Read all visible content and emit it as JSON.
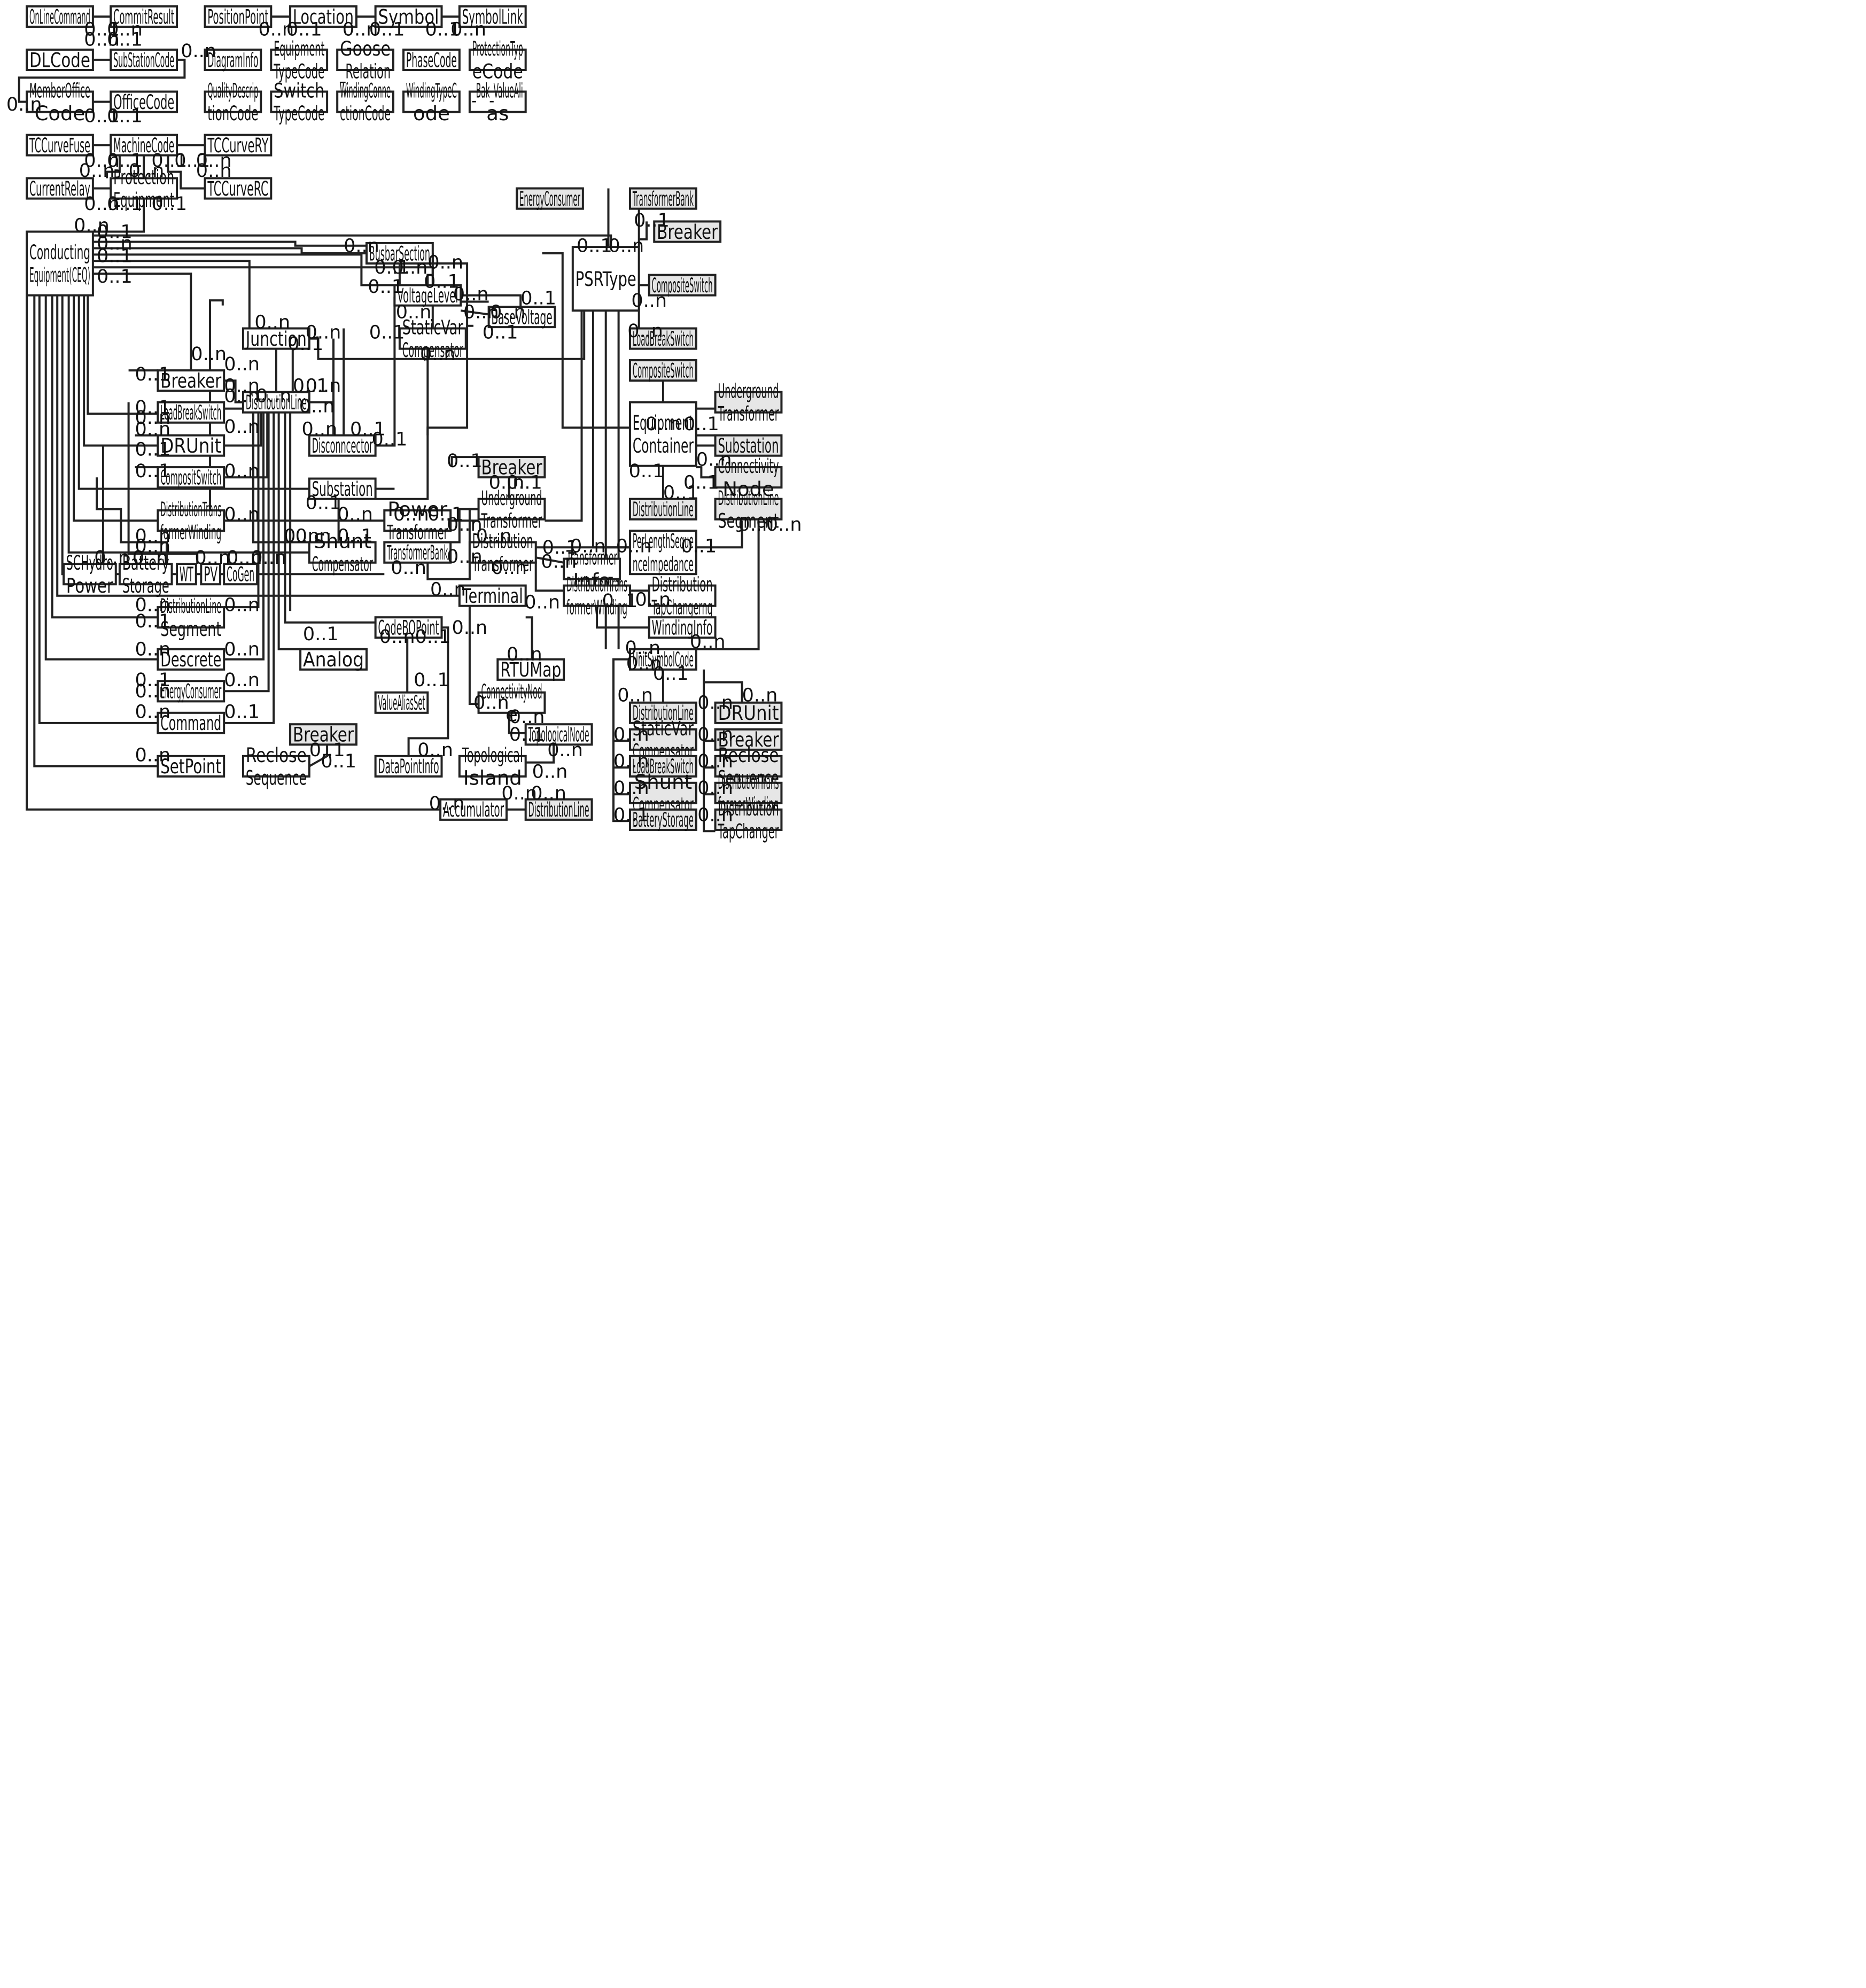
{
  "colors": {
    "box_fill": "#ffffff",
    "shaded_fill": "#e6e6e6",
    "stroke": "#222222"
  },
  "classes": {
    "onlinecommand": [
      "OnLineCommand"
    ],
    "commitresult": [
      "CommitResult"
    ],
    "positionpoint": [
      "PositionPoint"
    ],
    "location": [
      "Location"
    ],
    "symbol": [
      "Symbol"
    ],
    "symbollink": [
      "SymbolLink"
    ],
    "dlcode": [
      "DLCode"
    ],
    "substationcode": [
      "SubStationCode"
    ],
    "diagraminfo": [
      "DiagramInfo"
    ],
    "equipmenttypecode": [
      "Equipment",
      "TypeCode"
    ],
    "gooserelation": [
      "Goose",
      "_Relation"
    ],
    "phasecode": [
      "PhaseCode"
    ],
    "protectiontypecode": [
      "ProtectionTyp",
      "eCode"
    ],
    "memberofficecode": [
      "MemberOffice",
      "Code"
    ],
    "officecode": [
      "OfficeCode"
    ],
    "qualitydescriptioncode": [
      "QualityDescrip",
      "tionCode"
    ],
    "switchtypecode": [
      "Switch",
      "TypeCode"
    ],
    "windingconnectioncode": [
      "WindingConne",
      "ctionCode"
    ],
    "windingtypecode": [
      "WindingTypeC",
      "ode"
    ],
    "bakvaluealias": [
      "_Bak_ValueAli",
      "as"
    ],
    "tccurvefuse": [
      "TCCurveFuse"
    ],
    "machinecode": [
      "MachineCode"
    ],
    "tccurvery": [
      "TCCurveRY"
    ],
    "currentrelay": [
      "CurrentRelay"
    ],
    "protectionequipment": [
      "Protection",
      "Equipment"
    ],
    "tccurverc": [
      "TCCurveRC"
    ],
    "conductingequipment": [
      "Conducting",
      "Equipment(CEQ)"
    ],
    "energyconsumer_shaded": [
      "EnergyConsumer"
    ],
    "transformerbank_shaded": [
      "TransformerBank"
    ],
    "breaker_shaded_top": [
      "Breaker"
    ],
    "psrtype": [
      "PSRType"
    ],
    "compositeswitch_shaded_a": [
      "CompositeSwitch"
    ],
    "loadbreakswitch_shaded_a": [
      "LoadBreakSwitch"
    ],
    "busbarsection": [
      "BusbarSection"
    ],
    "voltagelevel": [
      "VoltageLevel"
    ],
    "basevoltage": [
      "BaseVoltage"
    ],
    "junction": [
      "Junction"
    ],
    "staticvarcompensator": [
      "StaticVar",
      "Compensator"
    ],
    "breaker": [
      "Breaker"
    ],
    "distributionline": [
      "DistributionLine"
    ],
    "loadbreakswitch": [
      "LoadBreakSwitch"
    ],
    "drunit": [
      "DRUnit"
    ],
    "compositswitch": [
      "CompositSwitch"
    ],
    "disconnector": [
      "Disconncector"
    ],
    "substation": [
      "Substation"
    ],
    "compositeswitch_shaded_b": [
      "CompositeSwitch"
    ],
    "undergroundtransformer_shaded": [
      "Underground",
      "Transformer"
    ],
    "equipmentcontainer": [
      "Equipment",
      "Container"
    ],
    "substation_shaded": [
      "Substation"
    ],
    "connectivitynode_shaded": [
      "Connectivity",
      "Node"
    ],
    "distributionline_shaded_a": [
      "DistributionLine"
    ],
    "distributionlinesegment_shaded": [
      "DistributionLine",
      "Segment"
    ],
    "breaker_shaded_mid": [
      "Breaker"
    ],
    "undergroundtransformer": [
      "Underground",
      "Transformer"
    ],
    "powertransformer": [
      "Power",
      "Transformer"
    ],
    "distributiontransformerwinding_left": [
      "DistributionTrans",
      "formerWinding"
    ],
    "shuntcompensator": [
      "Shunt",
      "Compensator"
    ],
    "transformerbank": [
      "TransformerBank"
    ],
    "distributiontransformer": [
      "Distribution",
      "Transformer"
    ],
    "perlengthsequenceimpedance": [
      "PerLengthSeque",
      "nceImpedance"
    ],
    "transformerinfo": [
      "Transformer",
      "Info"
    ],
    "schydropower": [
      "SCHydro",
      "Power"
    ],
    "batterystorage": [
      "Battery",
      "Storage"
    ],
    "wt": [
      "WT"
    ],
    "pv": [
      "PV"
    ],
    "cogen": [
      "CoGen"
    ],
    "terminal": [
      "Terminal"
    ],
    "distributiontransformerwinding_right": [
      "DistributionTrans",
      "formerWinding"
    ],
    "distributiontapchangerng": [
      "Distribution",
      "TapChangerng"
    ],
    "distributionlinesegment": [
      "DistributionLine",
      "Segment"
    ],
    "codebopoint": [
      "CodeBOPoint"
    ],
    "windinginfo": [
      "WindingInfo"
    ],
    "analog": [
      "Analog"
    ],
    "descrete": [
      "Descrete"
    ],
    "rtumap": [
      "RTUMap"
    ],
    "unitsymbolcode": [
      "UnitSymbolCode"
    ],
    "energyconsumer": [
      "EnergyConsumer"
    ],
    "valuealiasset": [
      "ValueAliasSet"
    ],
    "connectivitynode": [
      "ConnectivityNod",
      "e"
    ],
    "distributionline_shaded_b": [
      "DistributionLine"
    ],
    "drunit_shaded": [
      "DRUnit"
    ],
    "command": [
      "Command"
    ],
    "topologicalnode": [
      "TopologicalNode"
    ],
    "staticvarcompensator_shaded": [
      "StaticVar",
      "Compensator"
    ],
    "breaker_shaded_bottom_right": [
      "Breaker"
    ],
    "breaker_shaded_bottom": [
      "Breaker"
    ],
    "reclosesequence": [
      "Reclose",
      "Sequence"
    ],
    "setpoint": [
      "SetPoint"
    ],
    "datapointinfo": [
      "DataPointInfo"
    ],
    "topologicalisland": [
      "Topological",
      "Island"
    ],
    "loadbreakswitch_shaded_b": [
      "LoadBreakSwitch"
    ],
    "reclosesequence_shaded": [
      "Reclose",
      "Sequence"
    ],
    "shuntcompensator_shaded": [
      "Shunt",
      "Compensator"
    ],
    "distributiontransformerwinding_shaded": [
      "DistributionTrans",
      "formerWinding"
    ],
    "accumulator": [
      "Accumulator"
    ],
    "distributionline_shaded_c": [
      "DistributionLine"
    ],
    "batterystorage_shaded": [
      "BatteryStorage"
    ],
    "distributiontapchanger_shaded": [
      "Distribution",
      "TapChanger"
    ]
  },
  "multiplicities": [
    "0..1",
    "0..n",
    "0..n",
    "0..1",
    "0..n",
    "0..1",
    "0..n",
    "0..1",
    "0..1",
    "0..n",
    "0..n",
    "0..1",
    "0..1",
    "0..n",
    "0..n",
    "0..1",
    "0..1",
    "0..1",
    "0..n",
    "0..n",
    "0..n",
    "0..n",
    "0..n",
    "0..1",
    "0..1",
    "0..n",
    "0..1",
    "0..n",
    "0..1",
    "0..1",
    "0..n",
    "0..1",
    "0..n",
    "0..1",
    "0..n",
    "0..n",
    "0..n",
    "0..1",
    "0..n",
    "0..1",
    "0..1",
    "0..1",
    "0..n",
    "0..n",
    "0..n",
    "0..n",
    "0..1",
    "0..n",
    "0..1",
    "0..1",
    "0..n",
    "0..n",
    "0..n",
    "0..n",
    "0..1",
    "0..n",
    "0..n",
    "0..n",
    "0..1",
    "0..n",
    "0..1",
    "0..n",
    "0..n",
    "0..n",
    "0..1",
    "0..n",
    "0..1",
    "0..n",
    "0..n",
    "0..1",
    "0..1",
    "0..n",
    "0..1",
    "0..1",
    "0..n",
    "0..1",
    "0..1",
    "0..1",
    "0..n",
    "0..1",
    "0..1",
    "0..n",
    "0..n",
    "0..1",
    "0..n",
    "0..1",
    "0..n",
    "0..n",
    "0..n",
    "0..n",
    "0..1",
    "0..n",
    "0..n",
    "0..n",
    "0..1",
    "0..n",
    "0..n",
    "0..n",
    "0..n",
    "0..n",
    "0..n",
    "0..n",
    "0..n",
    "0..n",
    "0..n",
    "0..n",
    "0..n",
    "0..n",
    "0..n",
    "0..1",
    "0..n",
    "0..n",
    "0..1",
    "0..n",
    "0..1",
    "0..n",
    "0..1",
    "0..n",
    "0..n",
    "0..n",
    "0..n",
    "0..n",
    "0..n",
    "0..n",
    "0..1",
    "0..1",
    "0..n",
    "0..n",
    "0..1",
    "0..n",
    "0..1",
    "0..n",
    "0..n",
    "0..1",
    "0..n",
    "0..n",
    "0..n",
    "0..1",
    "0..1",
    "0..n",
    "0..n",
    "0..n",
    "0..n",
    "0..n",
    "0..n",
    "0..n",
    "0..n",
    "0..n",
    "0..n",
    "0..1",
    "0..n",
    "0..n",
    "0..n",
    "0..n",
    "0..n",
    "0..1"
  ]
}
